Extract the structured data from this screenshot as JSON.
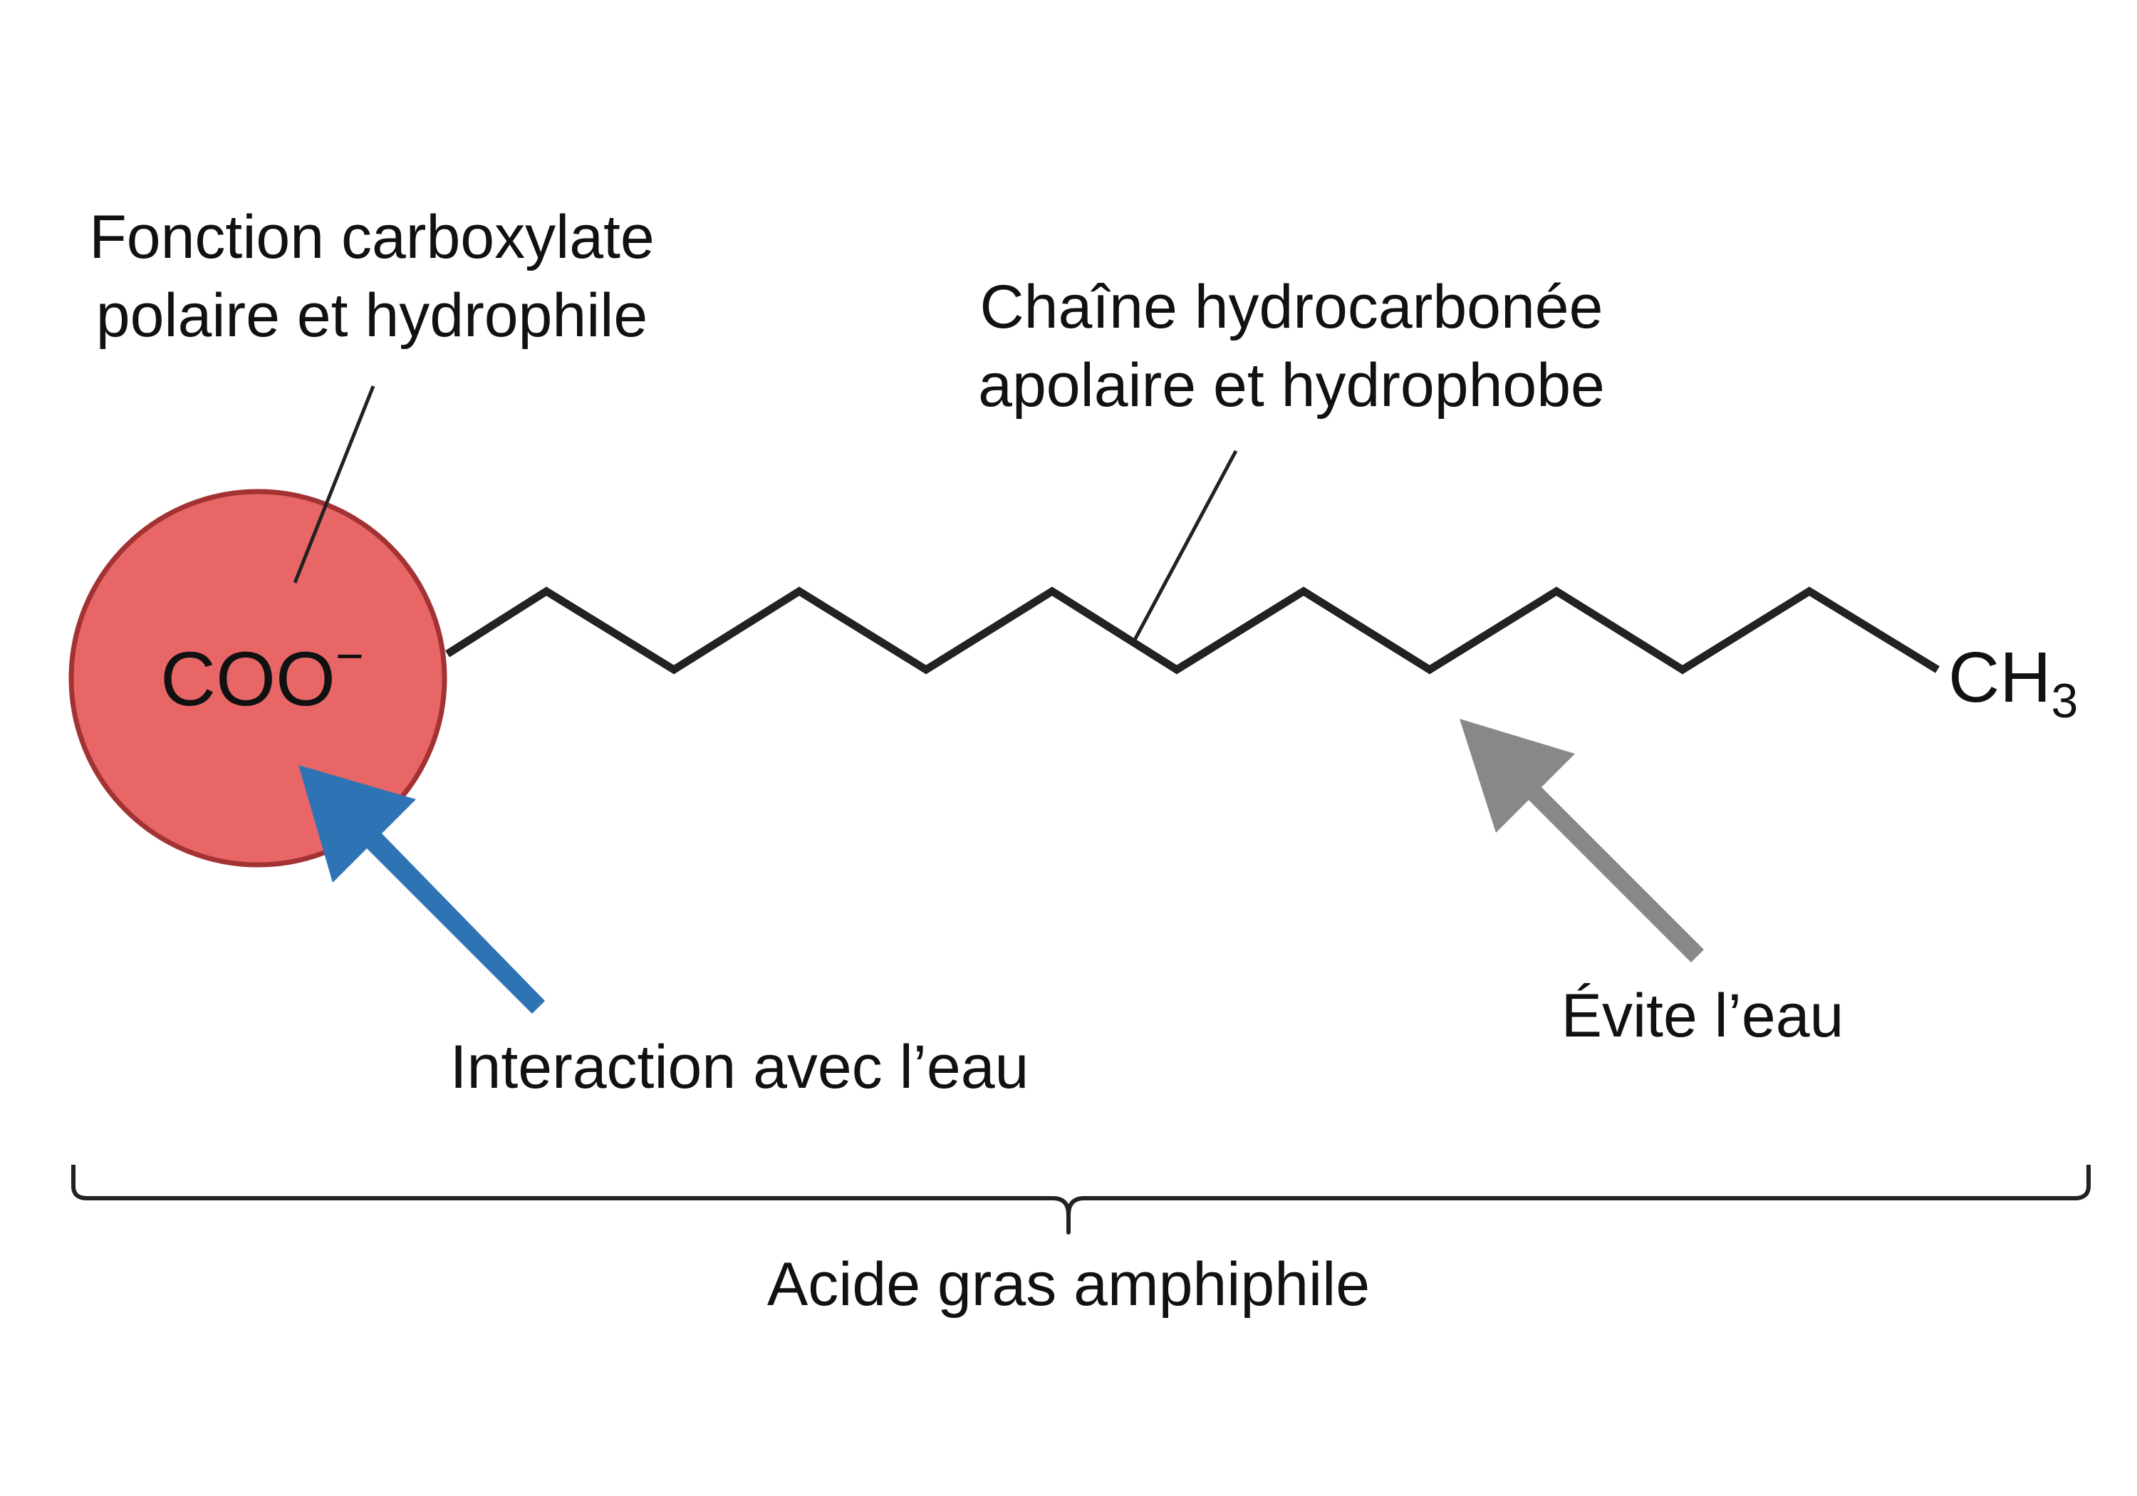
{
  "head": {
    "text": "COO",
    "charge": "−",
    "fill_color": "#e86666",
    "stroke_color": "#a33234"
  },
  "tail": {
    "text": "CH",
    "subscript": "3"
  },
  "labels": {
    "head_line1": "Fonction carboxylate",
    "head_line2": "polaire et hydrophile",
    "chain_line1": "Chaîne hydrocarbonée",
    "chain_line2": "apolaire et hydrophobe",
    "interaction": "Interaction avec l’eau",
    "avoid": "Évite l’eau",
    "molecule": "Acide gras amphiphile"
  },
  "arrows": {
    "interaction_color": "#2e74b5",
    "avoid_color": "#888888"
  }
}
